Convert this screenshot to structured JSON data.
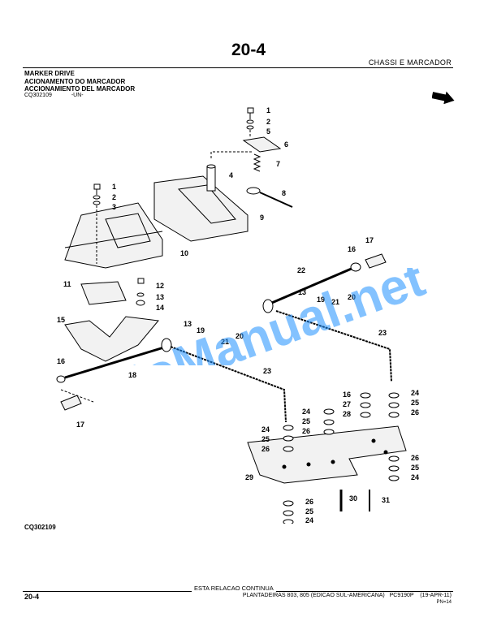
{
  "header": {
    "page_number": "20-4",
    "section": "CHASSI E MARCADOR"
  },
  "titles": {
    "en": "MARKER DRIVE",
    "pt": "ACIONAMENTO DO MARCADOR",
    "es": "ACCIONAMIENTO DEL MARCADOR"
  },
  "ref": {
    "code": "CQ302109",
    "unit": "-UN-"
  },
  "figure": {
    "label": "CQ302109",
    "callouts": [
      "1",
      "2",
      "5",
      "6",
      "7",
      "4",
      "1",
      "2",
      "3",
      "8",
      "9",
      "10",
      "11",
      "12",
      "13",
      "14",
      "15",
      "16",
      "17",
      "16",
      "17",
      "18",
      "19",
      "13",
      "20",
      "21",
      "22",
      "19",
      "13",
      "21",
      "20",
      "23",
      "23",
      "24",
      "25",
      "26",
      "16",
      "27",
      "28",
      "24",
      "25",
      "26",
      "24",
      "25",
      "26",
      "29",
      "26",
      "25",
      "24",
      "30",
      "31",
      "26",
      "25",
      "24"
    ]
  },
  "footer": {
    "continue": "ESTA RELACAO CONTINUA",
    "page_number": "20-4",
    "publication": "PLANTADEIRAS 803, 805 (EDICAO SUL-AMERICANA)",
    "pc": "PC9190P",
    "date": "(19-APR-11)",
    "pn": "PN=14"
  },
  "watermark": {
    "text": "AutoManual.net",
    "color": "#1e90ff"
  }
}
